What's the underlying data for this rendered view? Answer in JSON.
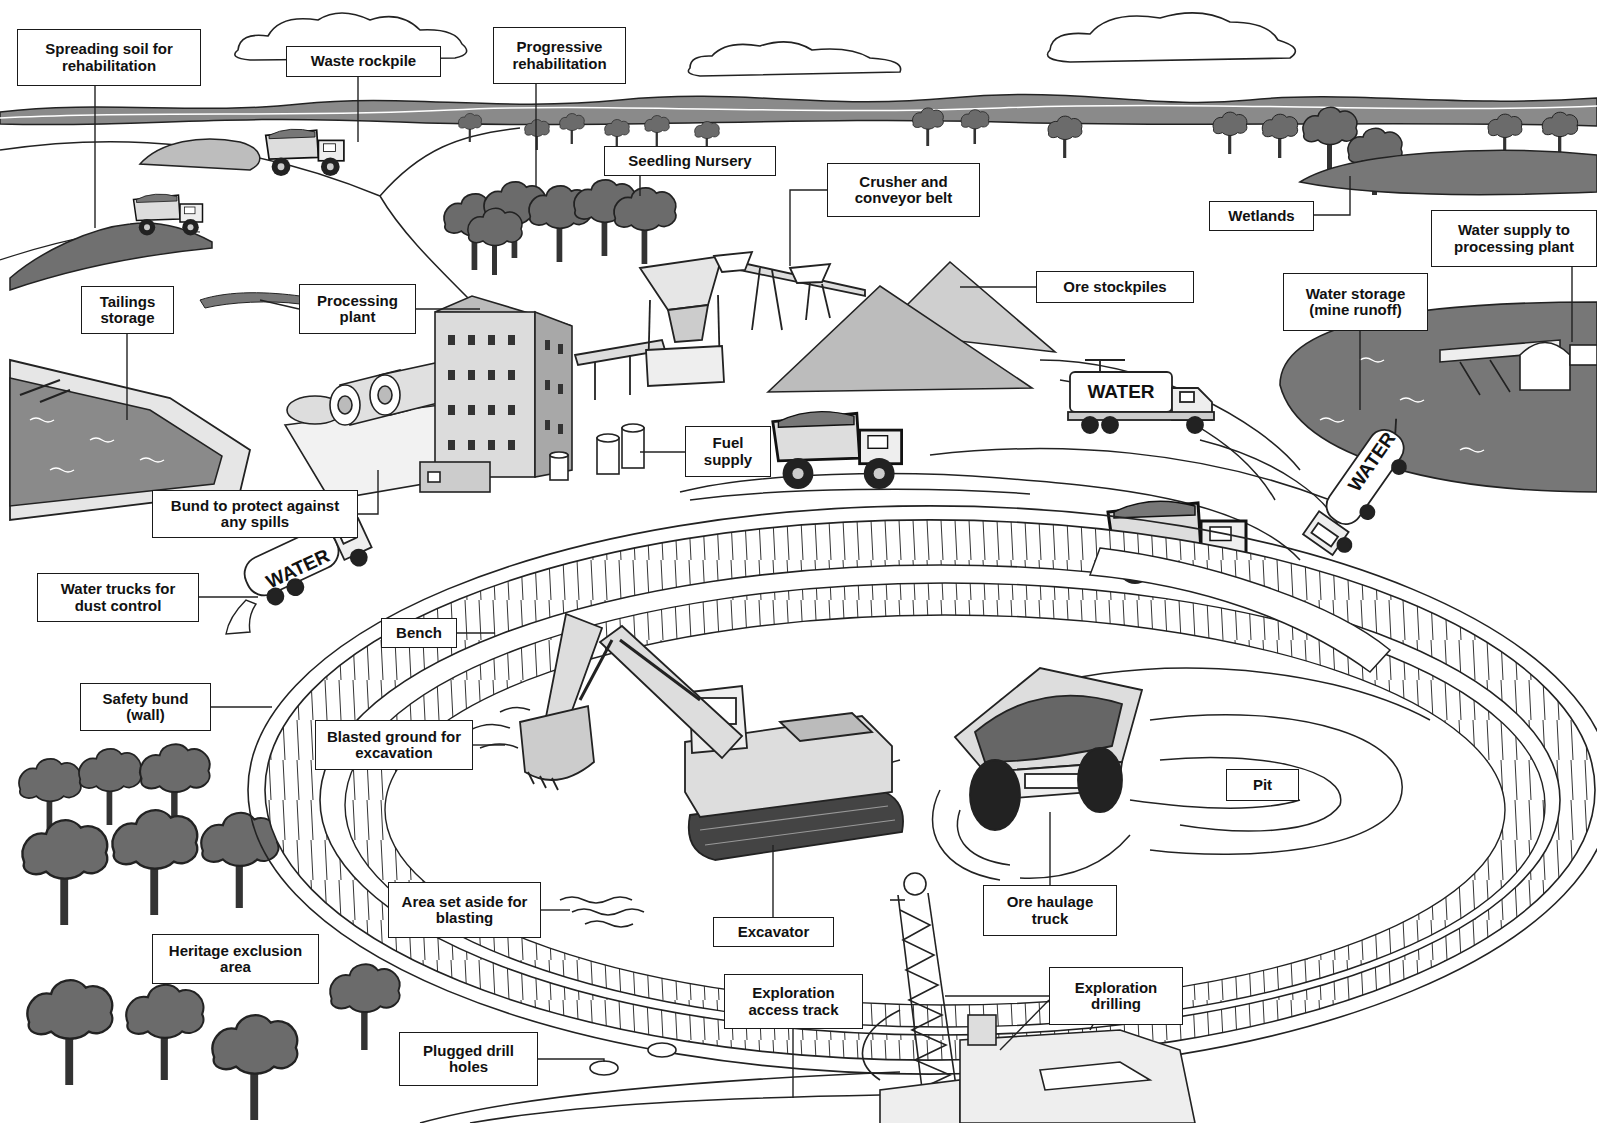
{
  "diagram": {
    "nodes": [
      {
        "text": [
          "Spreading soil for rehabilitation"
        ]
      },
      {
        "text": [
          "Waste rockpile"
        ]
      },
      {
        "text": [
          "Progressive rehabilitation"
        ]
      },
      {
        "text": [
          "Seedling Nursery"
        ]
      },
      {
        "text": [
          "Crusher and conveyor belt"
        ]
      },
      {
        "text": [
          "Wetlands"
        ]
      },
      {
        "text": [
          "Water supply to processing plant"
        ]
      },
      {
        "text": [
          "Tailings storage"
        ]
      },
      {
        "text": [
          "Processing plant"
        ]
      },
      {
        "text": [
          "Ore stockpiles"
        ]
      },
      {
        "text": [
          "Water storage (mine runoff)"
        ]
      },
      {
        "text": [
          "Fuel supply"
        ]
      },
      {
        "text": [
          "Bund to protect against any spills"
        ]
      },
      {
        "text": [
          "Water trucks for dust control"
        ]
      },
      {
        "text": [
          "Bench"
        ]
      },
      {
        "text": [
          "Safety bund (wall)"
        ]
      },
      {
        "text": [
          "Blasted ground for excavation"
        ]
      },
      {
        "text": [
          "Pit"
        ]
      },
      {
        "text": [
          "Area set aside for blasting"
        ]
      },
      {
        "text": [
          "Excavator"
        ]
      },
      {
        "text": [
          "Ore haulage truck"
        ]
      },
      {
        "text": [
          "Heritage exclusion area"
        ]
      },
      {
        "text": [
          "Exploration access track"
        ]
      },
      {
        "text": [
          "Exploration drilling"
        ]
      },
      {
        "text": [
          "Plugged drill holes"
        ]
      }
    ],
    "labels": [
      "WATER",
      "WATER",
      "WATER"
    ]
  }
}
